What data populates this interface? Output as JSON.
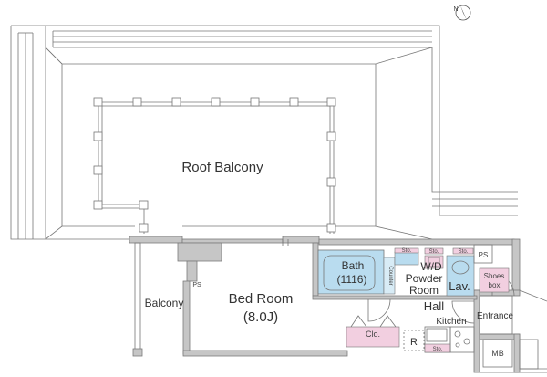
{
  "rooms": {
    "roof_balcony": "Roof Balcony",
    "bed_room": "Bed Room",
    "bed_room_size": "(8.0J)",
    "balcony": "Balcony",
    "bath": "Bath",
    "bath_size": "(1116)",
    "wd": "W/D",
    "powder_room": "Powder",
    "powder_room_2": "Room",
    "lav": "Lav.",
    "hall": "Hall",
    "kitchen": "Kitchen",
    "entrance": "Entrance",
    "shoes_box": "Shoes",
    "shoes_box_2": "box",
    "clo": "Clo.",
    "fridge": "R",
    "ps_left": "PS",
    "ps_right": "PS",
    "mb": "MB",
    "sto_1": "Sto.",
    "sto_2": "Sto.",
    "sto_3": "Sto.",
    "sto_4": "Sto.",
    "counter": "Counter"
  },
  "compass": {
    "label": "N"
  },
  "colors": {
    "wet_area": "#b9dcef",
    "storage": "#f2cfe0",
    "wall": "#c6c6c6",
    "line": "#777777"
  }
}
